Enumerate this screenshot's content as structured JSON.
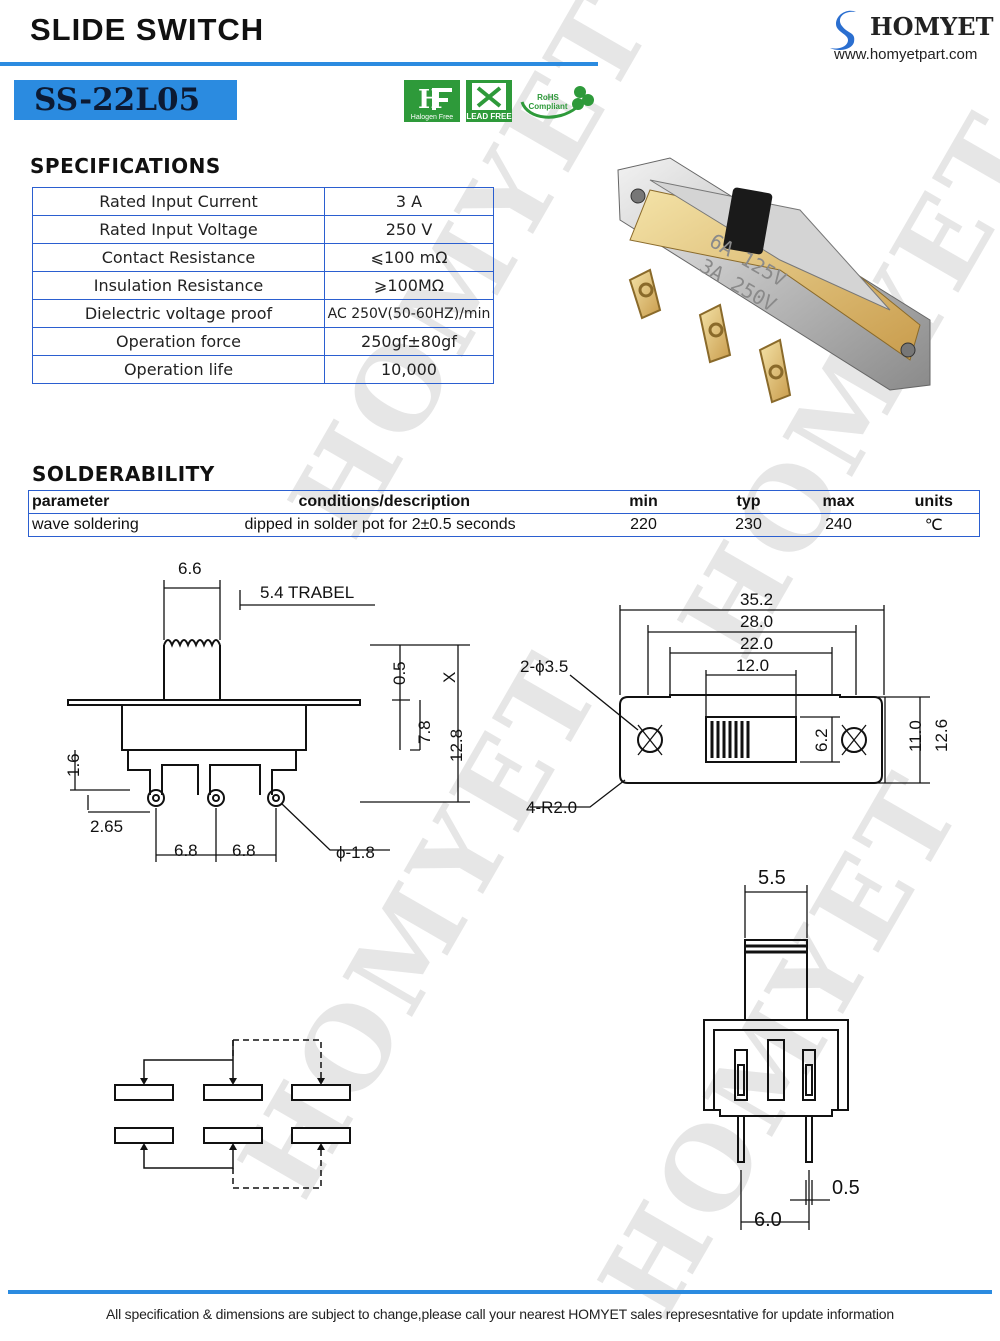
{
  "header": {
    "title": "SLIDE SWITCH",
    "brand_name": "HOMYET",
    "brand_url": "www.homyetpart.com",
    "accent_color": "#2b8be0"
  },
  "model": "SS-22L05",
  "certifications": {
    "halogen_free": "Halogen Free",
    "lead_free": "LEAD FREE",
    "rohs_line1": "RoHS",
    "rohs_line2": "Compliant"
  },
  "specifications": {
    "heading": "SPECIFICATIONS",
    "rows": [
      {
        "label": "Rated Input Current",
        "value": "3 A"
      },
      {
        "label": "Rated Input Voltage",
        "value": "250 V"
      },
      {
        "label": "Contact Resistance",
        "value": "⩽100 mΩ"
      },
      {
        "label": "Insulation Resistance",
        "value": "⩾100MΩ"
      },
      {
        "label": "Dielectric voltage proof",
        "value": "AC 250V(50-60HZ)/min"
      },
      {
        "label": "Operation force",
        "value": "250gf±80gf"
      },
      {
        "label": "Operation life",
        "value": "10,000"
      }
    ]
  },
  "product_photo": {
    "marking_line1": "6A 125V",
    "marking_line2": "3A 250V"
  },
  "solderability": {
    "heading": "SOLDERABILITY",
    "columns": [
      "parameter",
      "conditions/description",
      "min",
      "typ",
      "max",
      "units"
    ],
    "row": [
      "wave soldering",
      "dipped in solder pot for 2±0.5 seconds",
      "220",
      "230",
      "240",
      "℃"
    ]
  },
  "drawing_side": {
    "top_width": "6.6",
    "travel": "5.4 TRABEL",
    "dim_05": "0.5",
    "dim_x": "X",
    "dim_78": "7.8",
    "dim_128": "12.8",
    "dim_16": "1.6",
    "dim_265": "2.65",
    "pitch1": "6.8",
    "pitch2": "6.8",
    "pin_dia": "ϕ-1.8"
  },
  "drawing_top": {
    "w_352": "35.2",
    "w_280": "28.0",
    "w_220": "22.0",
    "w_120": "12.0",
    "holes": "2-ϕ3.5",
    "radius": "4-R2.0",
    "h_62": "6.2",
    "h_110": "11.0",
    "h_126": "12.6"
  },
  "drawing_end": {
    "w_55": "5.5",
    "w_05": "0.5",
    "w_60": "6.0"
  },
  "footer": "All specification & dimensions are subject to change,please call your nearest HOMYET sales represesntative for update information"
}
